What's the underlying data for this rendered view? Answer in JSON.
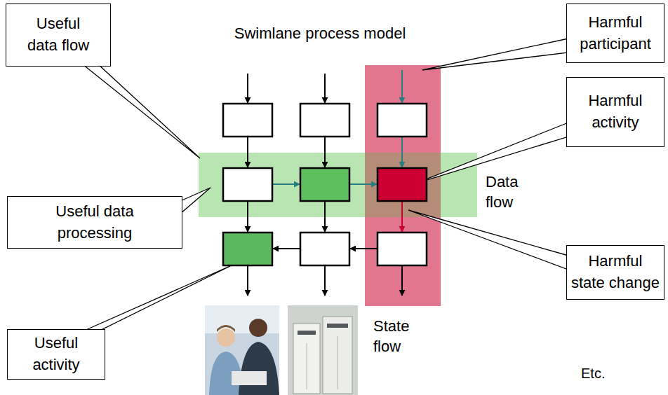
{
  "diagram": {
    "title": "Swimlane process model",
    "nodes": [
      {
        "text": [
          "Useful data flow"
        ]
      },
      {
        "text": [
          "Harmful participant"
        ]
      },
      {
        "text": [
          "Harmful activity"
        ]
      },
      {
        "text": [
          "Useful data processing"
        ]
      },
      {
        "text": [
          "Harmful state change"
        ]
      },
      {
        "text": [
          "Useful activity"
        ]
      }
    ],
    "labels": [
      "Data flow",
      "State flow",
      "Etc."
    ]
  }
}
